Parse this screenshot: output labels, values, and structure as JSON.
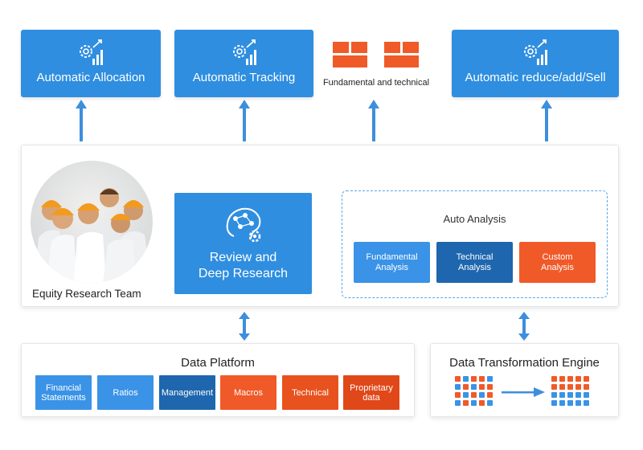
{
  "top_boxes": [
    {
      "label": "Automatic Allocation",
      "icon": "gear-chart-icon"
    },
    {
      "label": "Automatic Tracking",
      "icon": "gear-chart-icon"
    },
    {
      "label": "Fundamental and technical",
      "icon": "bricks-icon"
    },
    {
      "label": "Automatic reduce/add/Sell",
      "icon": "gear-chart-icon"
    }
  ],
  "team": {
    "label": "Equity Research Team"
  },
  "review": {
    "line1": "Review and",
    "line2": "Deep Research",
    "icon": "brain-gears-icon"
  },
  "auto_analysis": {
    "title": "Auto  Analysis",
    "items": [
      {
        "line1": "Fundamental",
        "line2": "Analysis",
        "color": "#3a93e6"
      },
      {
        "line1": "Technical",
        "line2": "Analysis",
        "color": "#1e66ae"
      },
      {
        "line1": "Custom",
        "line2": "Analysis",
        "color": "#f05a28"
      }
    ]
  },
  "data_platform": {
    "title": "Data Platform",
    "items": [
      {
        "line1": "Financial",
        "line2": "Statements",
        "color": "#3a93e6"
      },
      {
        "line1": "Ratios",
        "line2": "",
        "color": "#3a93e6"
      },
      {
        "line1": "Management",
        "line2": "",
        "color": "#1e66ae"
      },
      {
        "line1": "Macros",
        "line2": "",
        "color": "#f05a28"
      },
      {
        "line1": "Technical",
        "line2": "",
        "color": "#e8521f"
      },
      {
        "line1": "Proprietary",
        "line2": "data",
        "color": "#e0481a"
      }
    ]
  },
  "transformation": {
    "title": "Data Transformation Engine"
  },
  "colors": {
    "blue": "#2f8ee0",
    "orange": "#f05a28",
    "arrow": "#3d8fdc"
  }
}
